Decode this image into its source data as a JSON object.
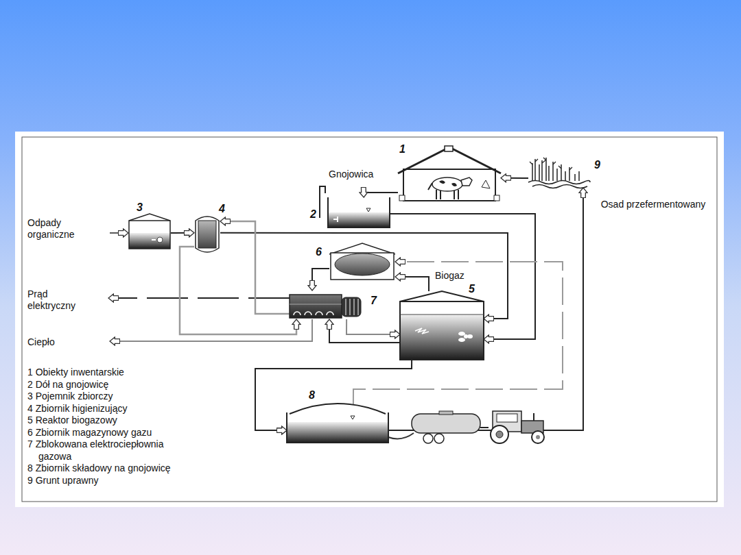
{
  "diagram": {
    "nodes": [
      {
        "text": [
          "1"
        ]
      },
      {
        "text": [
          "2"
        ]
      },
      {
        "text": [
          "3"
        ]
      },
      {
        "text": [
          "4"
        ]
      },
      {
        "text": [
          "5"
        ]
      },
      {
        "text": [
          "6"
        ]
      },
      {
        "text": [
          "7"
        ]
      },
      {
        "text": [
          "8"
        ]
      },
      {
        "text": [
          "9"
        ]
      }
    ],
    "edges": [
      {
        "from": 8,
        "to": 0,
        "arrow": "to"
      },
      {
        "from": 0,
        "to": 1,
        "label": "Gnojowica",
        "arrow": "to"
      },
      {
        "from": 1,
        "to": 4,
        "arrow": "to"
      },
      {
        "from": 2,
        "to": 3,
        "arrow": "to"
      },
      {
        "from": 3,
        "to": 4,
        "arrow": "to"
      },
      {
        "from": 6,
        "to": 3,
        "arrow": "to"
      },
      {
        "from": 3,
        "to": 6,
        "arrow": "to"
      },
      {
        "from": 4,
        "to": 5,
        "label": "Biogaz",
        "arrow": "to"
      },
      {
        "from": 5,
        "to": 6,
        "arrow": "to"
      },
      {
        "from": 6,
        "to": 4,
        "arrow": "to"
      },
      {
        "from": 4,
        "to": 6,
        "arrow": "to"
      },
      {
        "from": 7,
        "to": 5,
        "arrow": "to"
      },
      {
        "from": 4,
        "to": 7,
        "arrow": "to"
      },
      {
        "from": 7,
        "to": 8,
        "label": "Osad przefermentowany",
        "arrow": "to"
      }
    ],
    "labels": [
      "Odpady organiczne",
      "Prąd elektryczny",
      "Ciepło",
      "1 Obiekty inwentarskie",
      "2 Dół na gnojowicę",
      "3 Pojemnik zbiorczy",
      "4 Zbiornik higienizujący",
      "5 Reaktor biogazowy",
      "6 Zbiornik magazynowy gazu",
      "7 Zblokowana elektrociepłownia gazowa",
      "8 Zbiornik składowy na gnojowicę",
      "9 Grunt uprawny"
    ]
  }
}
